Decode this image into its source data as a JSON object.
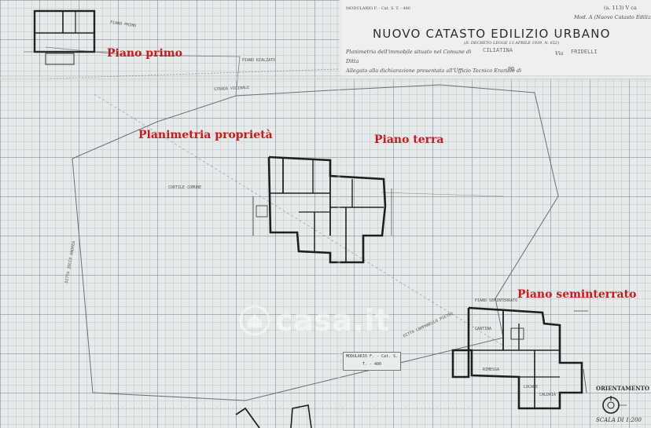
{
  "document": {
    "title": "NUOVO CATASTO EDILIZIO URBANO",
    "subtitle": "(R. DECRETO-LEGGE 13 APRILE 1939, N. 652)",
    "corner_code": "(a. 113) V ca",
    "model_code": "Mod. A (Nuovo Catasto Edilizio Urbano)",
    "form_code": "MODULARIO F. - Cat. S. T. - 480",
    "line_comune_label": "Planimetria dell'immobile situato nel Comune di",
    "line_comune_value": "CILIATINA",
    "line_via_label": "Via",
    "line_via_value": "FRIDELLI",
    "line_ditta_label": "Ditta",
    "line_allegato_label": "Allegato alla dichiarazione presentata all'Ufficio Tecnico Erariale di",
    "line_allegato_value": "PD"
  },
  "labels": {
    "piano_primo": "Piano primo",
    "planimetria": "Planimetria proprietà",
    "piano_terra": "Piano terra",
    "piano_seminterrato": "Piano seminterrato"
  },
  "plan_text": {
    "piano_primo_small": "PIANO PRIMO",
    "piano_rialzato": "PIANO RIALZATO",
    "strada": "STRADA VICINALE",
    "cortile": "CORTILE COMUNE",
    "ditta_left": "DITTA ZOCCO ANDREA",
    "ditta_right": "DITTA CAMPANELLO PIETRO",
    "piano_seminterrato_small": "PIANO SEMINTERRATO",
    "cantina": "CANTINA",
    "rimessa": "RIMESSA",
    "locale": "LOCALE",
    "caldaia": "CALDAIA"
  },
  "watermark": {
    "text": "casa.it"
  },
  "compass": {
    "title": "ORIENTAMENTO",
    "scale": "SCALA DI 1:200"
  }
}
